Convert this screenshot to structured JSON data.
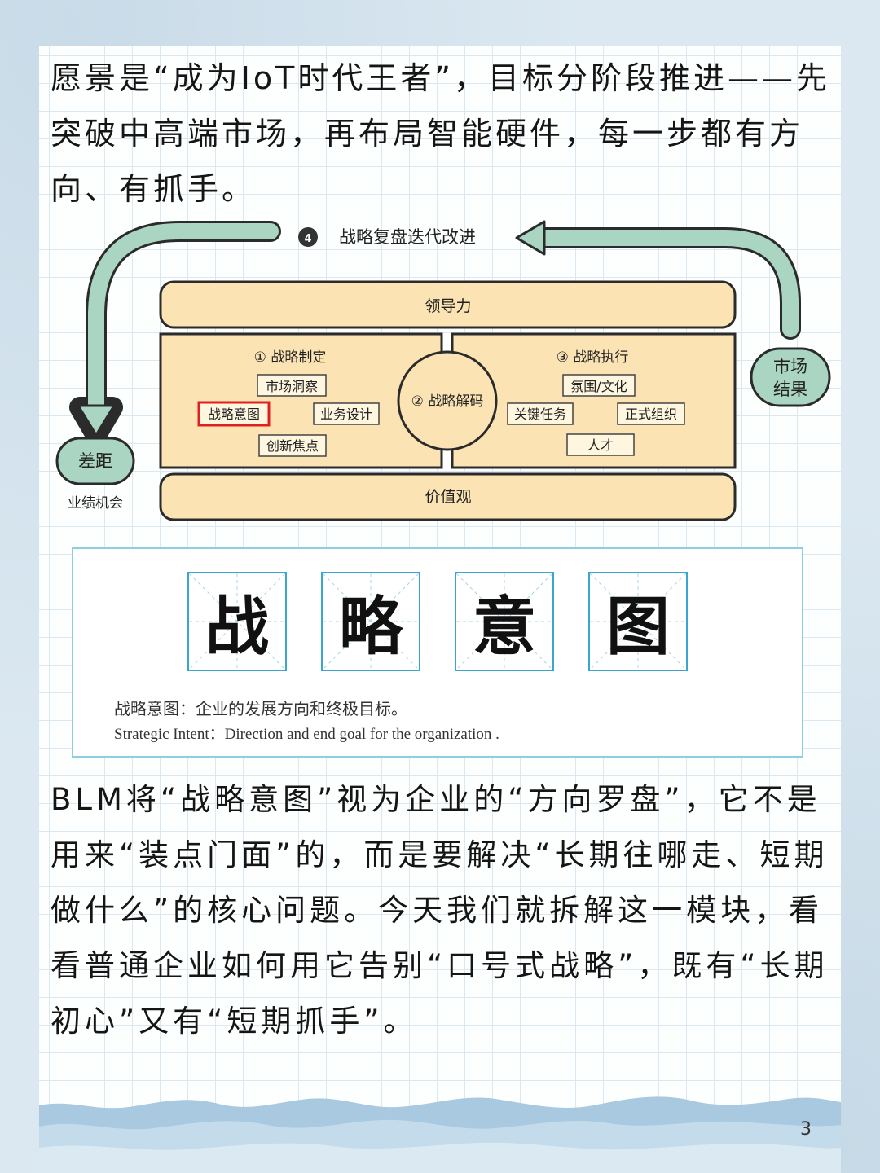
{
  "intro_text": "愿景是“成为IoT时代王者”，目标分阶段推进——先突破中高端市场，再布局智能硬件，每一步都有方向、有抓手。",
  "diagram": {
    "loop_number": "4",
    "loop_label": "战略复盘迭代改进",
    "leadership": "领导力",
    "values": "价值观",
    "gap": "差距",
    "gap_sub": "业绩机会",
    "result_line1": "市场",
    "result_line2": "结果",
    "formulation_title": "① 战略制定",
    "formulation_items": [
      "市场洞察",
      "战略意图",
      "业务设计",
      "创新焦点"
    ],
    "highlighted_item": "战略意图",
    "decoding": "② 战略解码",
    "execution_title": "③ 战略执行",
    "execution_items": [
      "氛围/文化",
      "关键任务",
      "正式组织",
      "人才"
    ],
    "colors": {
      "arrow": "#a9d5c2",
      "arrow_stroke": "#2b2b2b",
      "box_fill": "#fbe3b4",
      "highlight": "#e02020"
    }
  },
  "intent_card": {
    "chars": [
      "战",
      "略",
      "意",
      "图"
    ],
    "definition_cn": "战略意图：企业的发展方向和终极目标。",
    "definition_en": "Strategic Intent：Direction and end goal for the organization ."
  },
  "body_text": "BLM将“战略意图”视为企业的“方向罗盘”，它不是用来“装点门面”的，而是要解决“长期往哪走、短期做什么”的核心问题。今天我们就拆解这一模块，看看普通企业如何用它告别“口号式战略”，既有“长期初心”又有“短期抓手”。",
  "page_number": "3"
}
